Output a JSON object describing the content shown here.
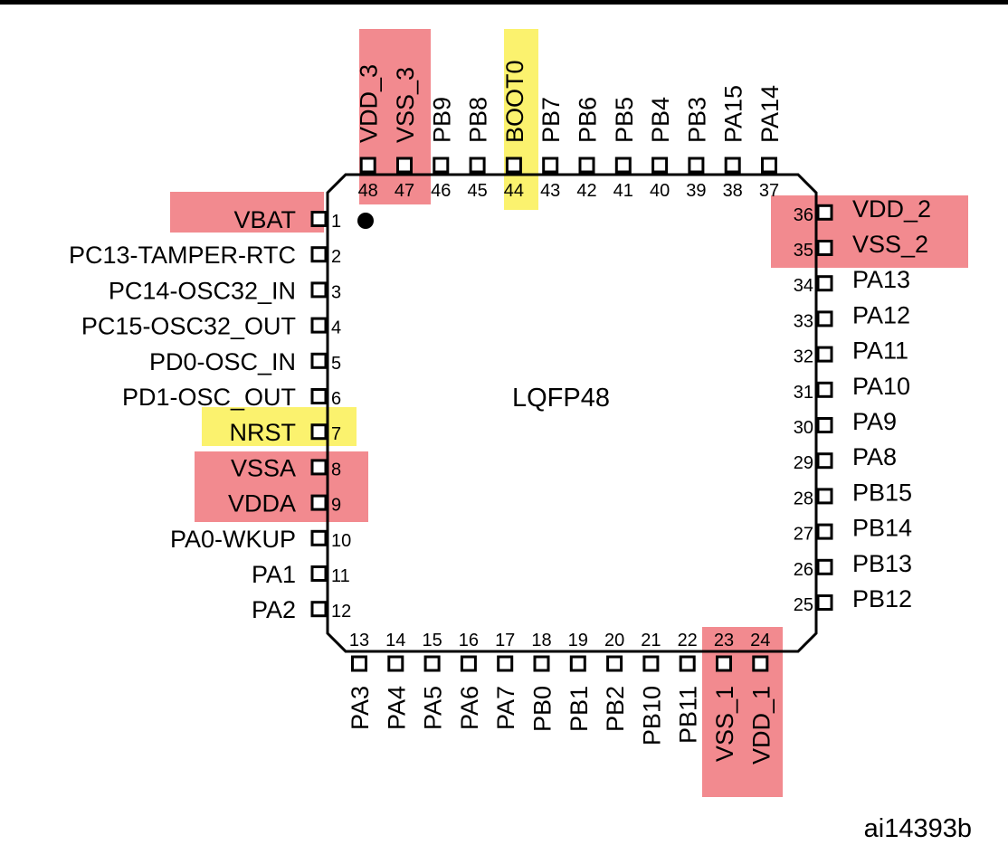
{
  "package_label": "LQFP48",
  "figure_ref": "ai14393b",
  "colors": {
    "power_highlight": "#f28a8f",
    "control_highlight": "#fbf26e",
    "ink": "#000000",
    "background": "#ffffff"
  },
  "highlights": {
    "red": [
      "VDD_3",
      "VSS_3",
      "VBAT",
      "VDD_2",
      "VSS_2",
      "VSSA",
      "VDDA",
      "VSS_1",
      "VDD_1"
    ],
    "yellow": [
      "BOOT0",
      "NRST"
    ]
  },
  "pins": {
    "left": [
      {
        "num": "1",
        "name": "VBAT"
      },
      {
        "num": "2",
        "name": "PC13-TAMPER-RTC"
      },
      {
        "num": "3",
        "name": "PC14-OSC32_IN"
      },
      {
        "num": "4",
        "name": "PC15-OSC32_OUT"
      },
      {
        "num": "5",
        "name": "PD0-OSC_IN"
      },
      {
        "num": "6",
        "name": "PD1-OSC_OUT"
      },
      {
        "num": "7",
        "name": "NRST"
      },
      {
        "num": "8",
        "name": "VSSA"
      },
      {
        "num": "9",
        "name": "VDDA"
      },
      {
        "num": "10",
        "name": "PA0-WKUP"
      },
      {
        "num": "11",
        "name": "PA1"
      },
      {
        "num": "12",
        "name": "PA2"
      }
    ],
    "bottom": [
      {
        "num": "13",
        "name": "PA3"
      },
      {
        "num": "14",
        "name": "PA4"
      },
      {
        "num": "15",
        "name": "PA5"
      },
      {
        "num": "16",
        "name": "PA6"
      },
      {
        "num": "17",
        "name": "PA7"
      },
      {
        "num": "18",
        "name": "PB0"
      },
      {
        "num": "19",
        "name": "PB1"
      },
      {
        "num": "20",
        "name": "PB2"
      },
      {
        "num": "21",
        "name": "PB10"
      },
      {
        "num": "22",
        "name": "PB11"
      },
      {
        "num": "23",
        "name": "VSS_1"
      },
      {
        "num": "24",
        "name": "VDD_1"
      }
    ],
    "right": [
      {
        "num": "25",
        "name": "PB12"
      },
      {
        "num": "26",
        "name": "PB13"
      },
      {
        "num": "27",
        "name": "PB14"
      },
      {
        "num": "28",
        "name": "PB15"
      },
      {
        "num": "29",
        "name": "PA8"
      },
      {
        "num": "30",
        "name": "PA9"
      },
      {
        "num": "31",
        "name": "PA10"
      },
      {
        "num": "32",
        "name": "PA11"
      },
      {
        "num": "33",
        "name": "PA12"
      },
      {
        "num": "34",
        "name": "PA13"
      },
      {
        "num": "35",
        "name": "VSS_2"
      },
      {
        "num": "36",
        "name": "VDD_2"
      }
    ],
    "top": [
      {
        "num": "37",
        "name": "PA14"
      },
      {
        "num": "38",
        "name": "PA15"
      },
      {
        "num": "39",
        "name": "PB3"
      },
      {
        "num": "40",
        "name": "PB4"
      },
      {
        "num": "41",
        "name": "PB5"
      },
      {
        "num": "42",
        "name": "PB6"
      },
      {
        "num": "43",
        "name": "PB7"
      },
      {
        "num": "44",
        "name": "BOOT0"
      },
      {
        "num": "45",
        "name": "PB8"
      },
      {
        "num": "46",
        "name": "PB9"
      },
      {
        "num": "47",
        "name": "VSS_3"
      },
      {
        "num": "48",
        "name": "VDD_3"
      }
    ]
  }
}
